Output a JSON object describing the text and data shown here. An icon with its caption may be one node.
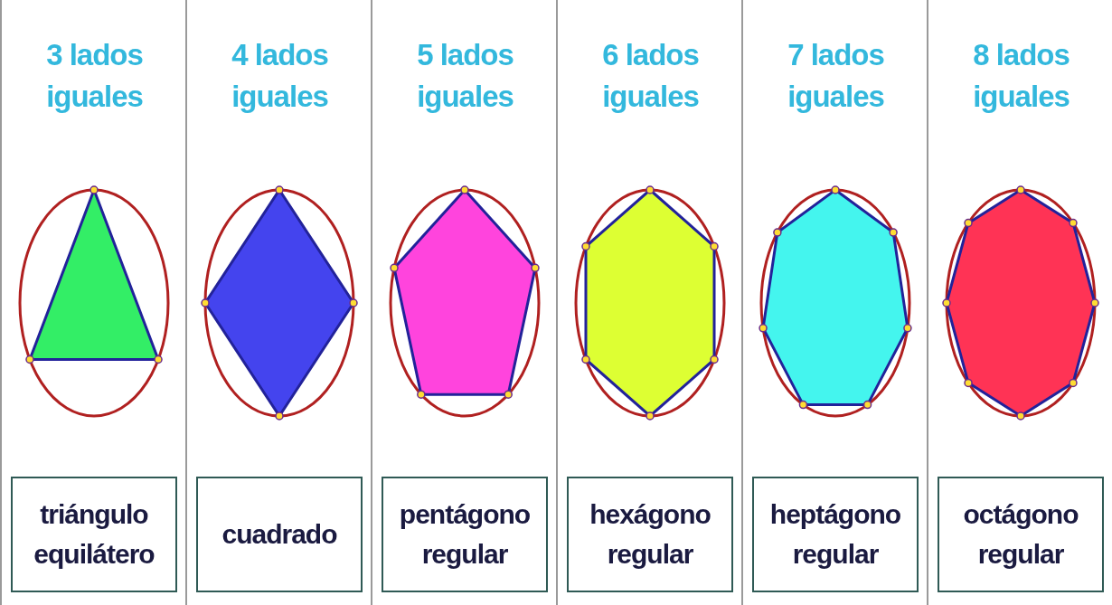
{
  "diagram": {
    "nodes": [
      {
        "text": [
          "3 lados iguales"
        ]
      },
      {
        "text": [
          "triángulo equilátero"
        ],
        "in": 0
      },
      {
        "text": [
          "4 lados iguales"
        ]
      },
      {
        "text": [
          "cuadrado"
        ],
        "in": 2
      },
      {
        "text": [
          "5 lados iguales"
        ]
      },
      {
        "text": [
          "pentágono regular"
        ],
        "in": 4
      },
      {
        "text": [
          "6 lados iguales"
        ]
      },
      {
        "text": [
          "hexágono regular"
        ],
        "in": 6
      },
      {
        "text": [
          "7 lados iguales"
        ]
      },
      {
        "text": [
          "heptágono regular"
        ],
        "in": 8
      },
      {
        "text": [
          "8 lados iguales"
        ]
      },
      {
        "text": [
          "octágono regular"
        ],
        "in": 10
      }
    ],
    "edges": []
  }
}
